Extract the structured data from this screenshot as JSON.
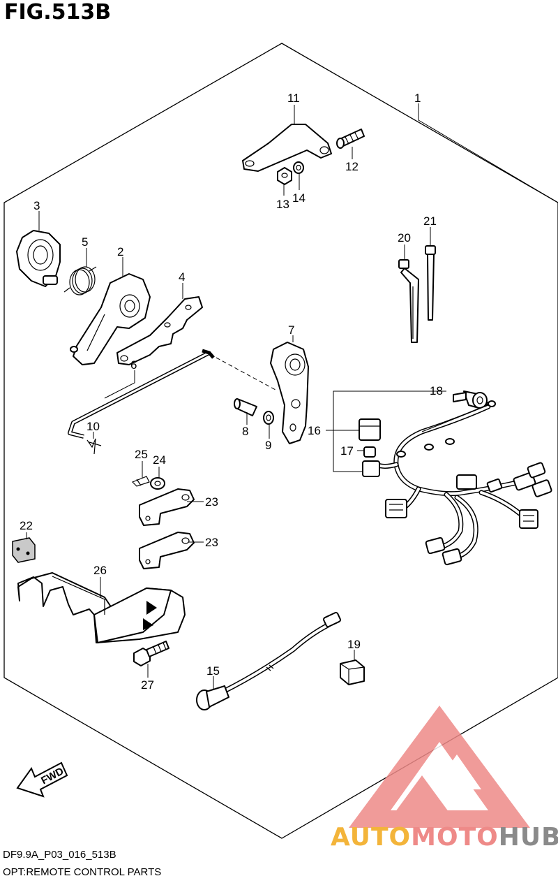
{
  "figure": {
    "title": "FIG.513B",
    "code": "DF9.9A_P03_016_513B",
    "description": "OPT:REMOTE CONTROL PARTS"
  },
  "fwd_label": "FWD",
  "watermark": {
    "part1": "AUTO",
    "part2": "MOTO",
    "part3": "HUB",
    "colors": {
      "auto": "#f3b43a",
      "moto": "#ee8a88",
      "hub": "#8a8a8a"
    }
  },
  "callouts": [
    "1",
    "2",
    "3",
    "4",
    "5",
    "6",
    "7",
    "8",
    "9",
    "10",
    "11",
    "12",
    "13",
    "14",
    "15",
    "16",
    "17",
    "18",
    "19",
    "20",
    "21",
    "22",
    "23",
    "23",
    "24",
    "25",
    "26",
    "27"
  ]
}
